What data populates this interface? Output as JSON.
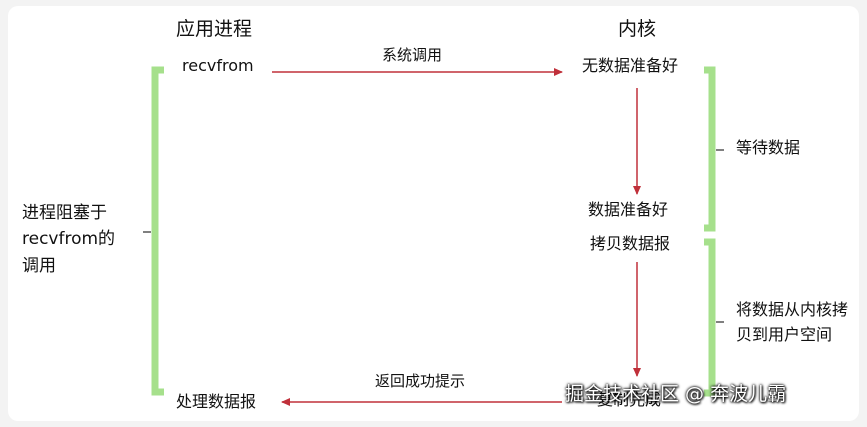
{
  "diagram": {
    "columns": {
      "process_header": "应用进程",
      "kernel_header": "内核"
    },
    "process_side": {
      "call_label": "recvfrom",
      "final_label": "处理数据报",
      "blocked_lines": [
        "进程阻塞于",
        "recvfrom的",
        "调用"
      ]
    },
    "kernel_side": {
      "state_not_ready": "无数据准备好",
      "state_ready": "数据准备好",
      "state_copy": "拷贝数据报",
      "state_copy_done": "复制完成",
      "wait_phase": "等待数据",
      "copy_phase_lines": [
        "将数据从内核拷",
        "贝到用户空间"
      ]
    },
    "edges": {
      "syscall": "系统调用",
      "return_ok": "返回成功提示"
    },
    "colors": {
      "arrow": "#c0303a",
      "bracket": "#a6e08c",
      "bracket_tick": "#555555",
      "text": "#111111"
    }
  },
  "watermark": "掘金技术社区 @ 奔波儿霸"
}
